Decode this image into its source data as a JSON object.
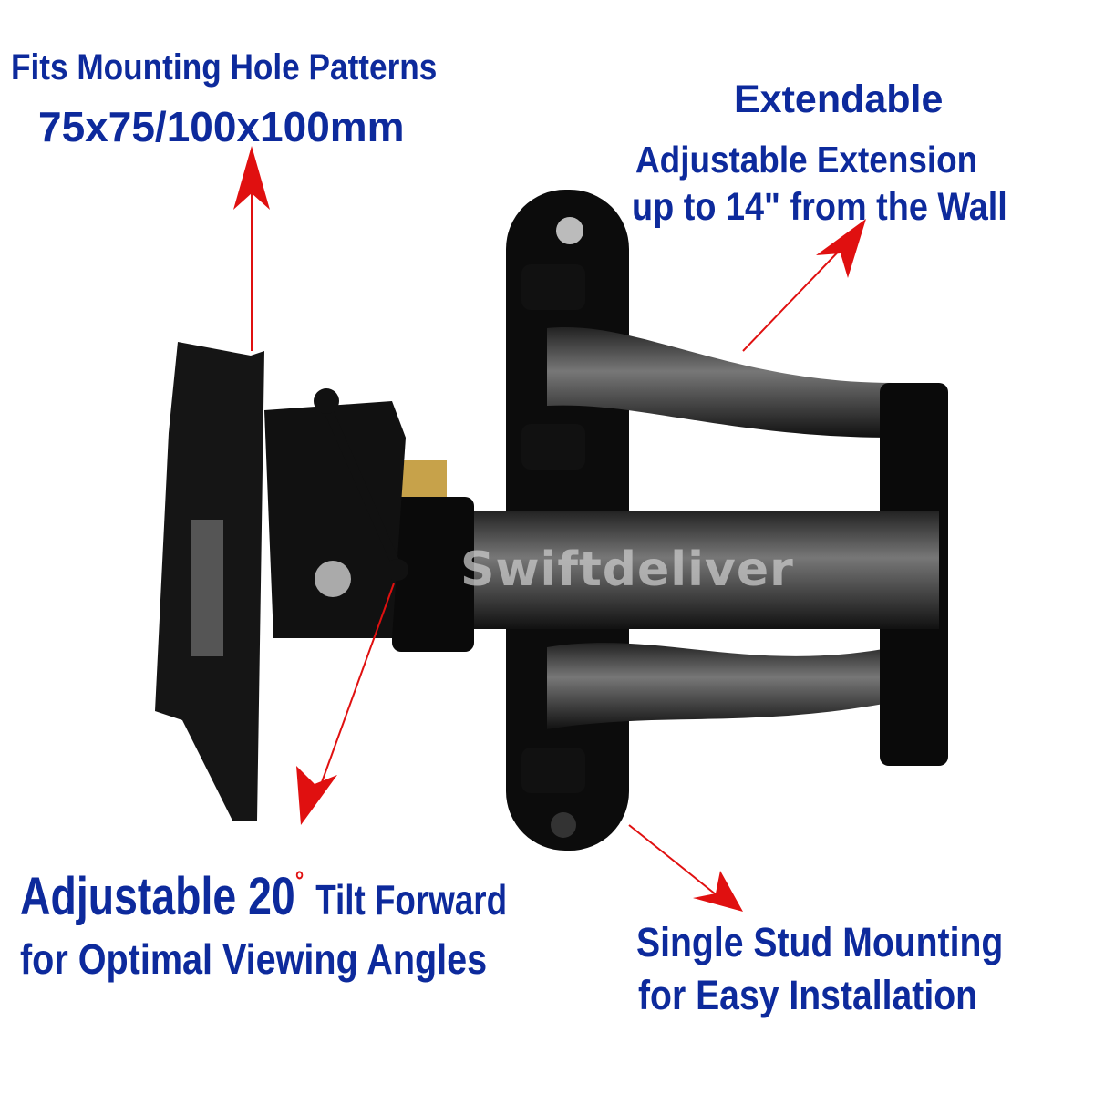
{
  "callouts": {
    "hole_patterns": {
      "line1": "Fits Mounting Hole Patterns",
      "line2": "75x75/100x100mm"
    },
    "extension": {
      "line1": "Extendable",
      "line2": "Adjustable Extension",
      "line3": "up to 14\" from the Wall"
    },
    "tilt": {
      "main": "Adjustable 20",
      "degree": "°",
      "rest": "Tilt Forward",
      "line2": "for Optimal Viewing Angles"
    },
    "stud": {
      "line1": "Single Stud Mounting",
      "line2": "for Easy Installation"
    }
  },
  "watermark": "Swiftdeliver",
  "colors": {
    "text": "#0d2a9c",
    "arrow": "#e01010",
    "mount": "#111111"
  }
}
